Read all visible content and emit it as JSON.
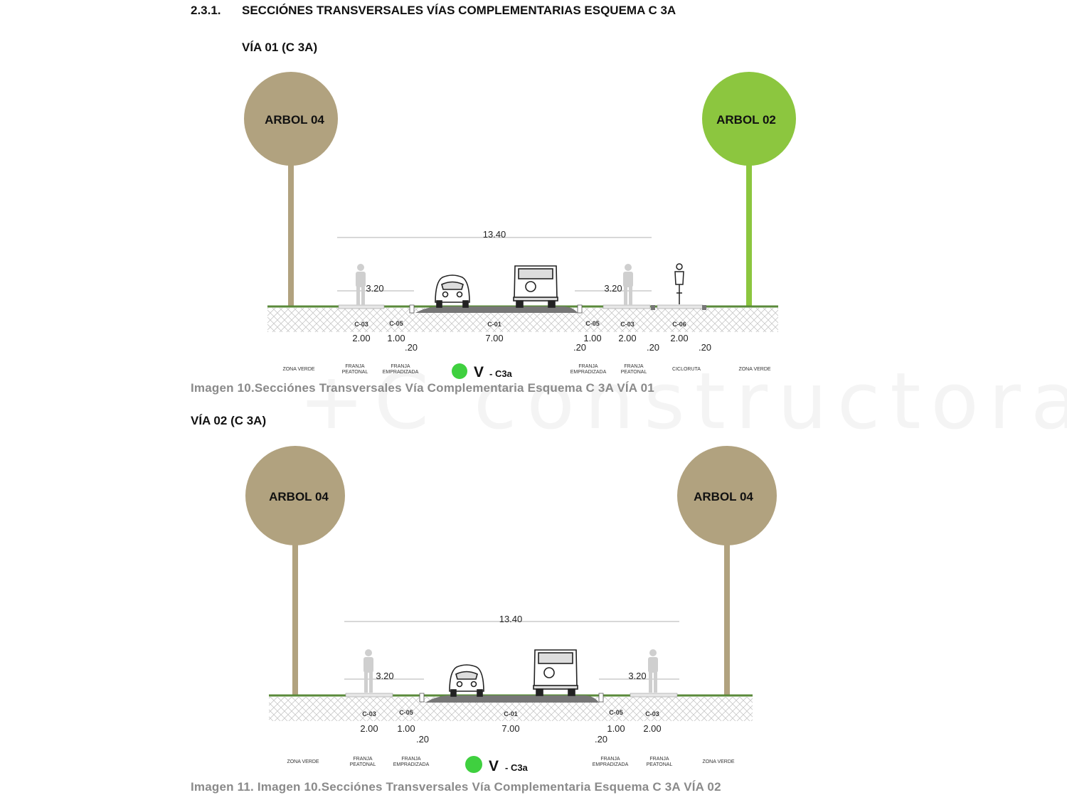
{
  "section": {
    "number": "2.3.1.",
    "title": "SECCIÓNES TRANSVERSALES VÍAS COMPLEMENTARIAS ESQUEMA C 3A"
  },
  "watermark": "+C constructora",
  "via1": {
    "heading": "VÍA 01 (C 3A)",
    "tree_left": {
      "label": "ARBOL 04",
      "color": "#b1a27f"
    },
    "tree_right": {
      "label": "ARBOL 02",
      "color": "#8cc63f"
    },
    "total_width": "13.40",
    "left_sidewalk": "3.20",
    "right_sidewalk": "3.20",
    "codes": [
      "C-03",
      "C-05",
      "C-01",
      "C-05",
      "C-03",
      "C-06"
    ],
    "measures": [
      "2.00",
      "1.00",
      ".20",
      "7.00",
      ".20",
      "1.00",
      "2.00",
      ".20",
      "2.00",
      ".20"
    ],
    "zones": [
      "ZONA VERDE",
      "FRANJA\nPEATONAL",
      "FRANJA\nEMPRADIZADA",
      "FRANJA\nEMPRADIZADA",
      "FRANJA\nPEATONAL",
      "CICLORUTA",
      "ZONA VERDE"
    ],
    "legend": {
      "v": "V",
      "sub": "- C3a",
      "dot_color": "#3fd03f"
    },
    "caption": "Imagen 10.Secciónes Transversales Vía Complementaria Esquema C 3A VÍA 01"
  },
  "via2": {
    "heading": "VÍA 02 (C 3A)",
    "tree_left": {
      "label": "ARBOL 04",
      "color": "#b1a27f"
    },
    "tree_right": {
      "label": "ARBOL 04",
      "color": "#b1a27f"
    },
    "total_width": "13.40",
    "left_sidewalk": "3.20",
    "right_sidewalk": "3.20",
    "codes": [
      "C-03",
      "C-05",
      "C-01",
      "C-05",
      "C-03"
    ],
    "measures": [
      "2.00",
      "1.00",
      ".20",
      "7.00",
      ".20",
      "1.00",
      "2.00"
    ],
    "zones": [
      "ZONA VERDE",
      "FRANJA\nPEATONAL",
      "FRANJA\nEMPRADIZADA",
      "FRANJA\nEMPRADIZADA",
      "FRANJA\nPEATONAL",
      "ZONA VERDE"
    ],
    "legend": {
      "v": "V",
      "sub": "- C3a",
      "dot_color": "#3fd03f"
    },
    "caption": "Imagen 11. Imagen 10.Secciónes Transversales Vía Complementaria Esquema C 3A VÍA 02"
  }
}
